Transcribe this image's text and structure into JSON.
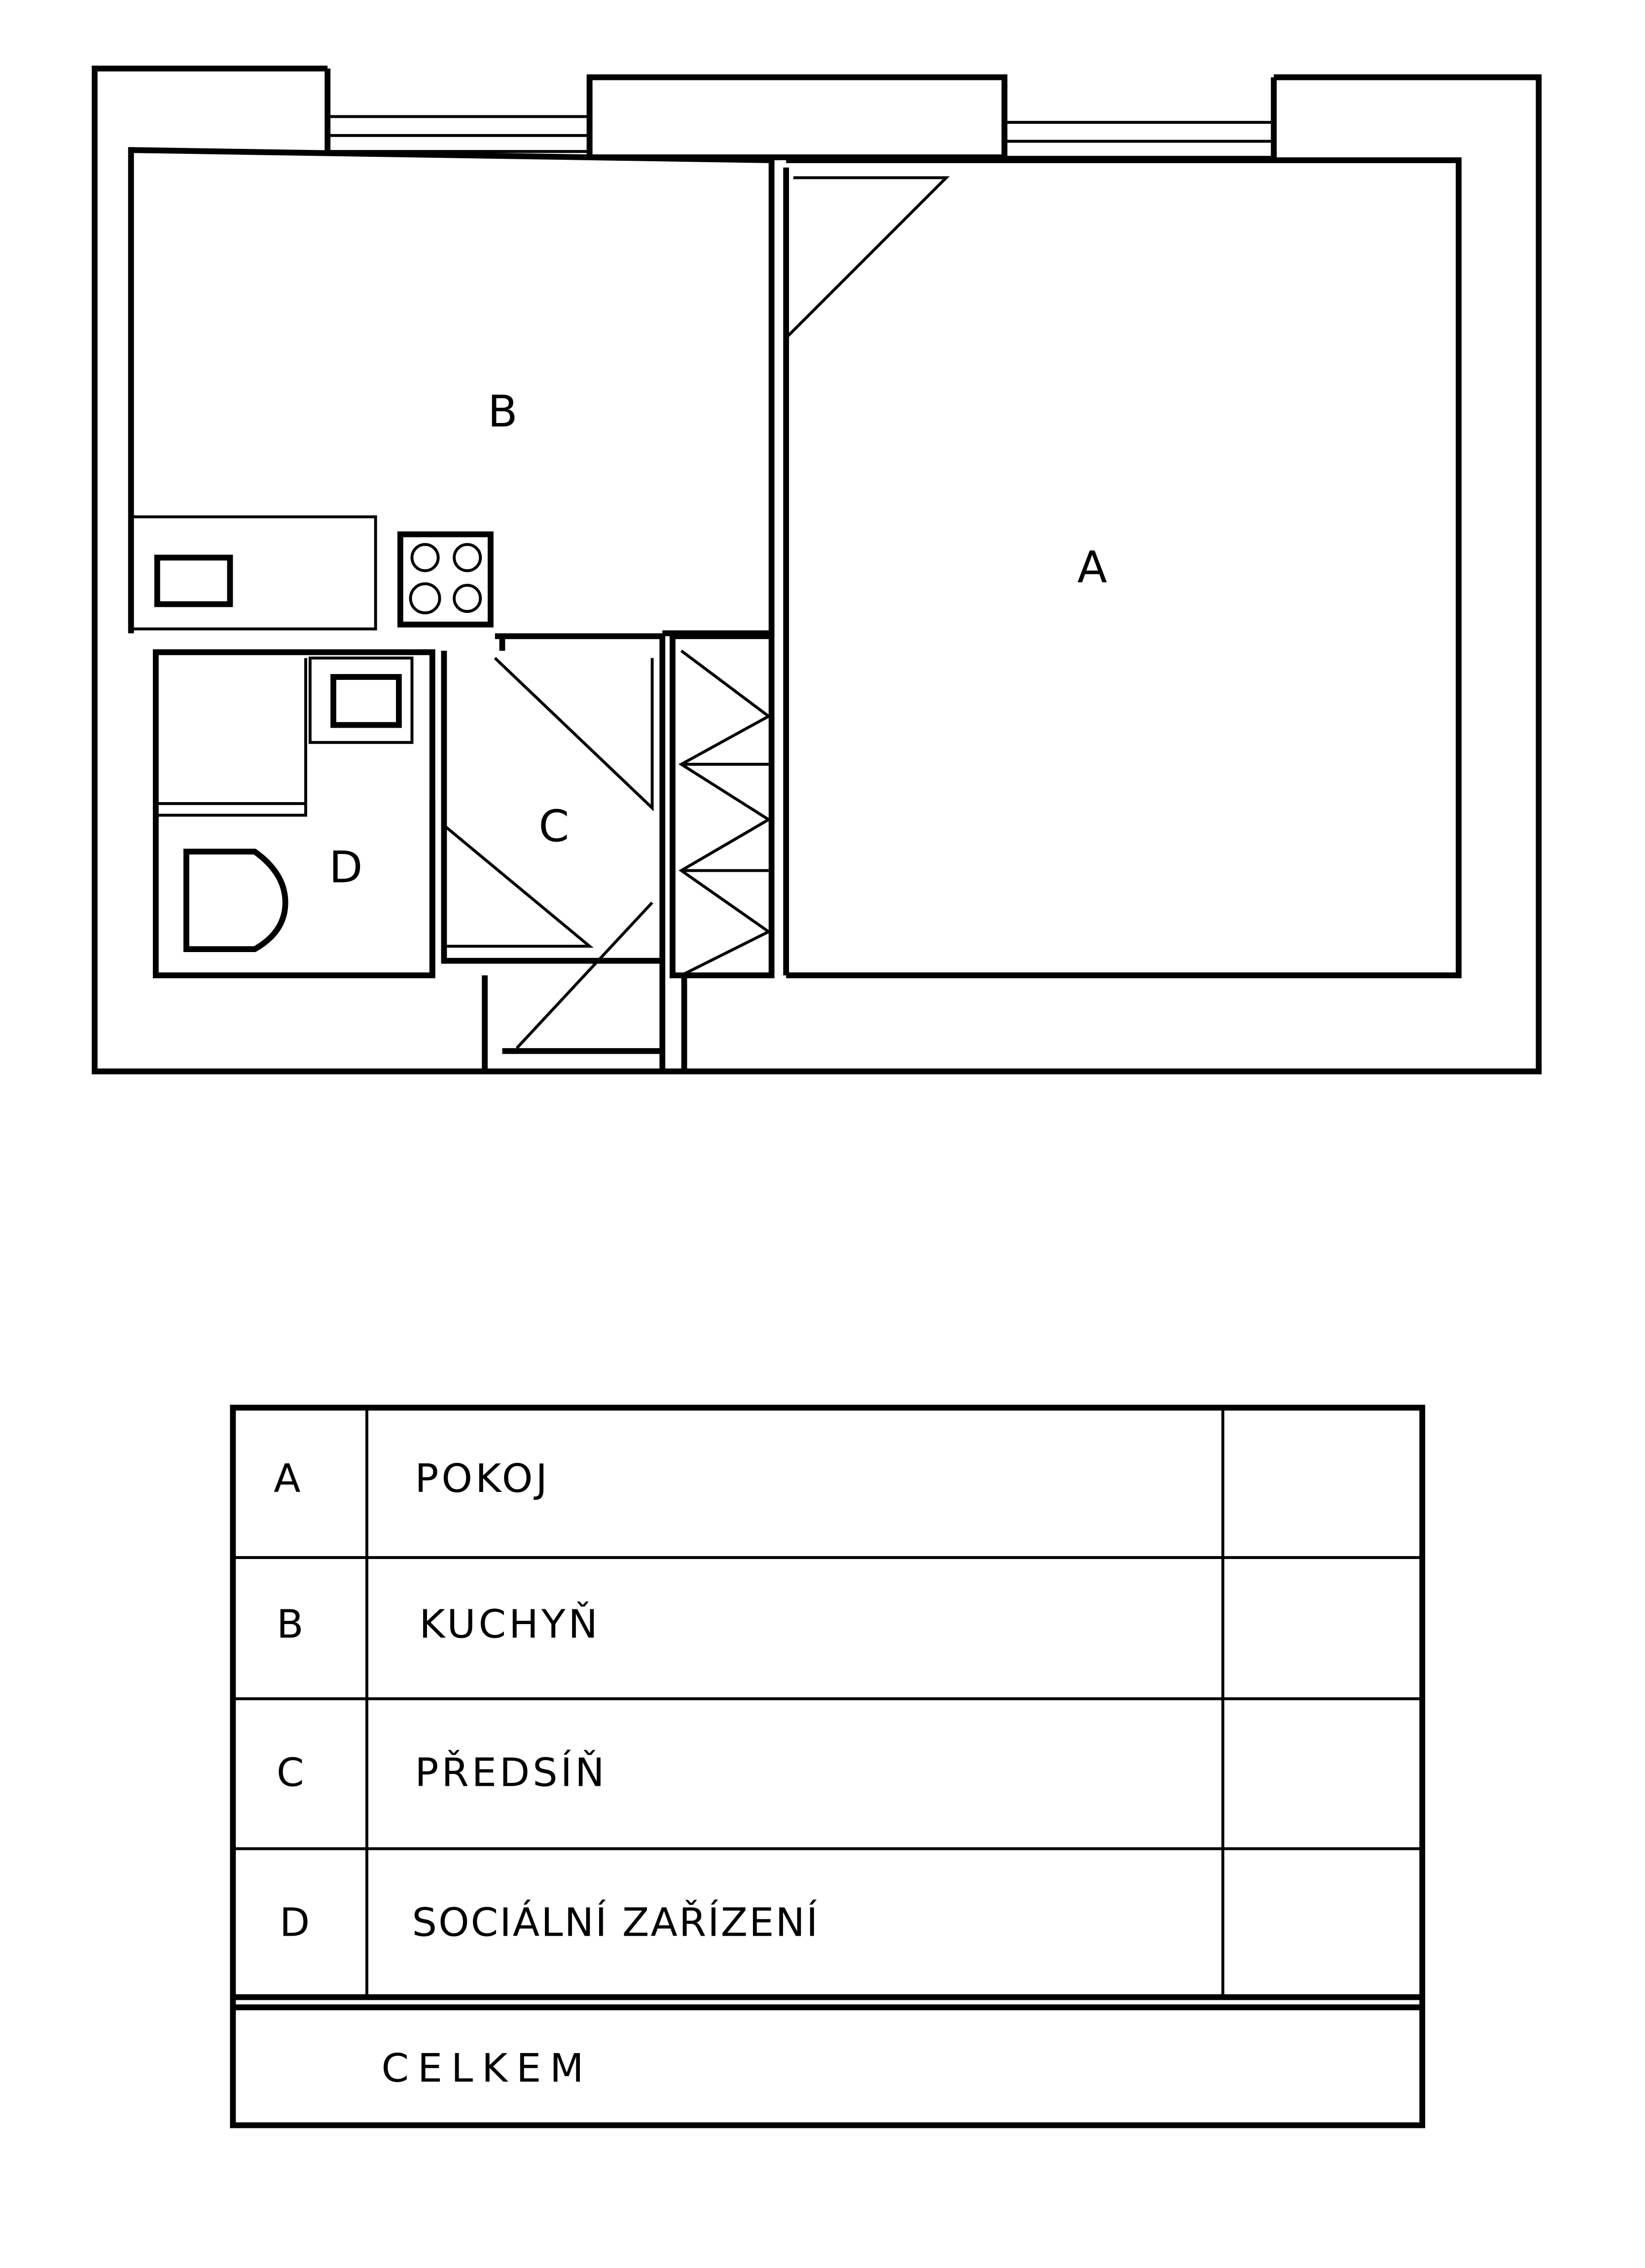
{
  "plan": {
    "rooms": [
      {
        "code": "A"
      },
      {
        "code": "B"
      },
      {
        "code": "C"
      },
      {
        "code": "D"
      }
    ]
  },
  "legend": {
    "rows": [
      {
        "code": "A",
        "name": "POKOJ",
        "area": ""
      },
      {
        "code": "B",
        "name": "KUCHYŇ",
        "area": ""
      },
      {
        "code": "C",
        "name": "PŘEDSÍŇ",
        "area": ""
      },
      {
        "code": "D",
        "name": "SOCIÁLNÍ ZAŘÍZENÍ",
        "area": ""
      }
    ],
    "total_label": "CELKEM",
    "total_value": ""
  },
  "colors": {
    "ink": "#000000",
    "paper": "#ffffff"
  }
}
